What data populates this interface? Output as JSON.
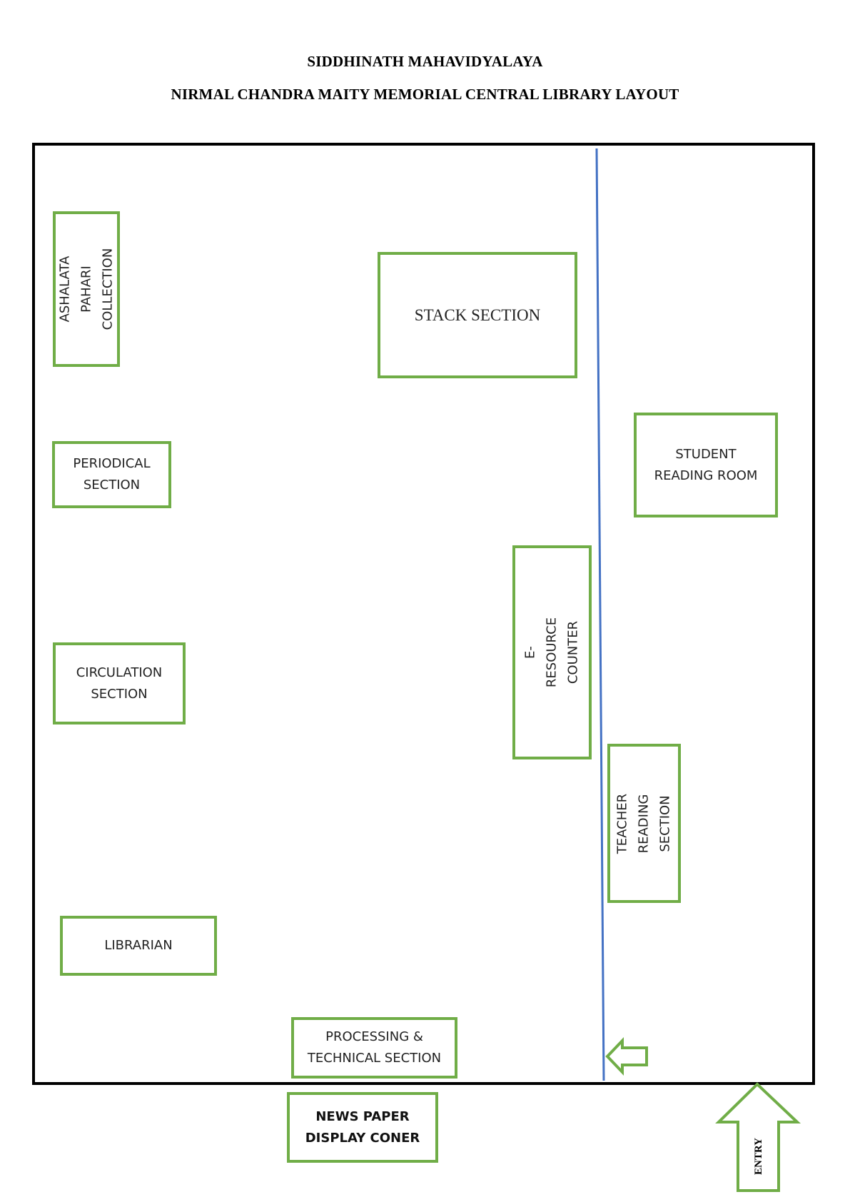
{
  "header": {
    "title_line1": "SIDDHINATH MAHAVIDYALAYA",
    "title_line2": "NIRMAL CHANDRA MAITY MEMORIAL CENTRAL LIBRARY LAYOUT"
  },
  "sections": {
    "ashalata": "ASHALATA PAHARI\nCOLLECTION",
    "stack": "STACK SECTION",
    "student_reading": "STUDENT\nREADING ROOM",
    "periodical": "PERIODICAL\nSECTION",
    "eresource": "E-RESOURCE COUNTER",
    "circulation": "CIRCULATION\nSECTION",
    "teacher_reading": "TEACHER READING\nSECTION",
    "librarian": "LIBRARIAN",
    "processing": "PROCESSING &\nTECHNICAL SECTION",
    "newspaper": "NEWS PAPER\nDISPLAY CONER"
  },
  "entry": {
    "label": "ENTRY"
  },
  "colors": {
    "section_border": "#70ad47",
    "divider_line": "#4472c4",
    "outline": "#000000"
  }
}
